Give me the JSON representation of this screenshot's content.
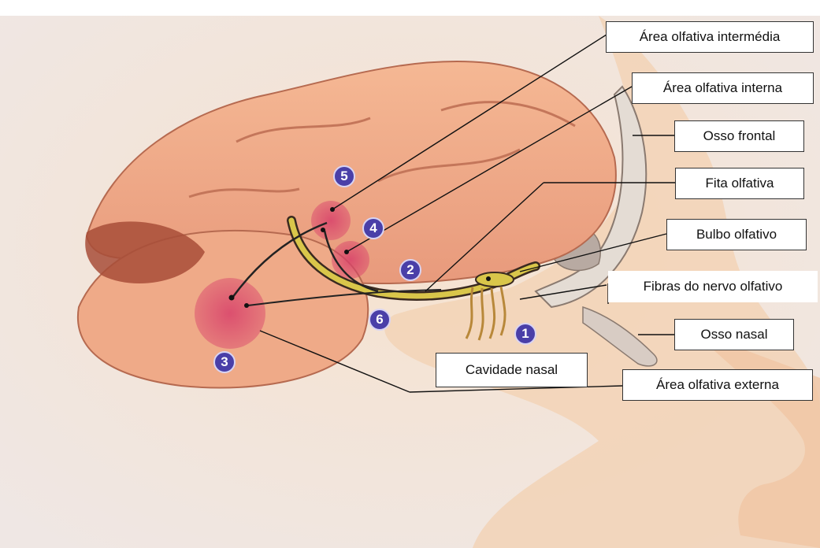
{
  "labels": {
    "area_intermedia": "Área olfativa intermédia",
    "area_interna": "Área olfativa interna",
    "osso_frontal": "Osso frontal",
    "fita_olfativa": "Fita olfativa",
    "bulbo_olfativo": "Bulbo olfativo",
    "fibras_nervo": "Fibras do nervo olfativo",
    "osso_nasal": "Osso nasal",
    "cavidade_nasal": "Cavidade nasal",
    "area_externa": "Área olfativa externa"
  },
  "markers": [
    "1",
    "2",
    "3",
    "4",
    "5",
    "6"
  ],
  "colors": {
    "badge": "#4a3fa8",
    "highlight": "#d04a6e",
    "nerve_tract": "#d9c64a",
    "skin": "#f2c6a0",
    "background": "#f4ece4"
  }
}
